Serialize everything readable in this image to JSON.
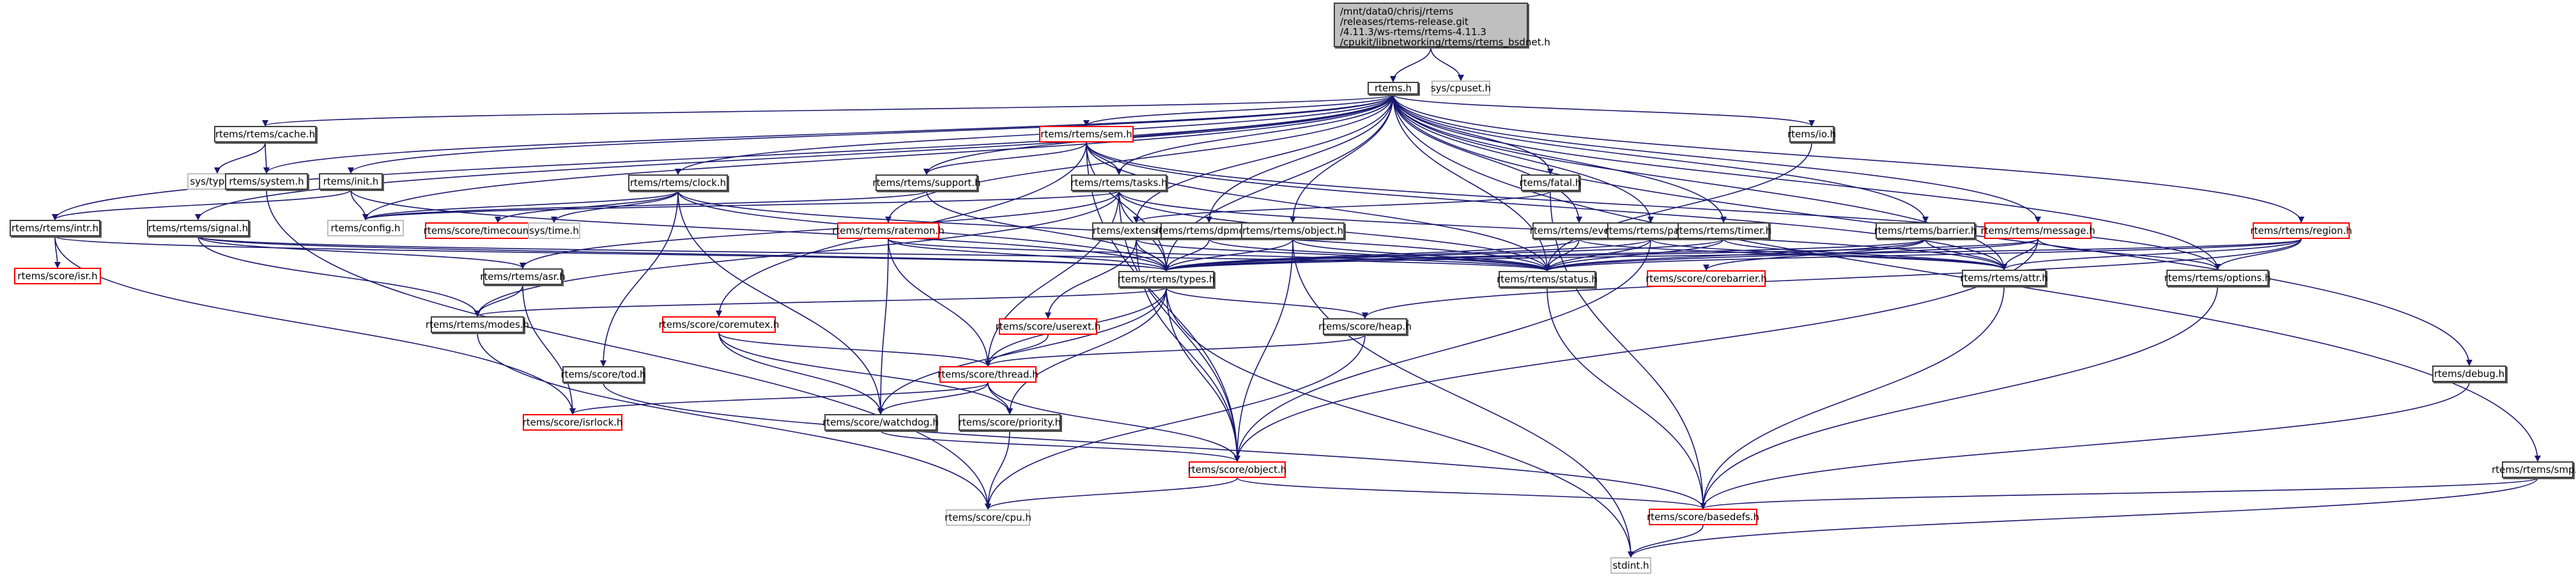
{
  "graph": {
    "title": "Include dependency graph for rtems_bsdnet.h",
    "edge_color": "#191970",
    "node_styles": {
      "root": {
        "fill": "#bfbfbf",
        "border": "#404040"
      },
      "documented": {
        "fill": "#ffffff",
        "border": "#404040"
      },
      "truncated": {
        "fill": "#ffffff",
        "border": "#ff0000"
      },
      "external": {
        "fill": "#ffffff",
        "border": "#bfbfbf"
      }
    },
    "nodes": [
      {
        "id": "root",
        "label": "/mnt/data0/chrisj/rtems\n/releases/rtems-release.git\n/4.11.3/ws-rtems/rtems-4.11.3\n/cpukit/libnetworking/rtems/rtems_bsdnet.h",
        "style": "root"
      },
      {
        "id": "rtems_h",
        "label": "rtems.h",
        "style": "documented"
      },
      {
        "id": "sys_cpuset",
        "label": "sys/cpuset.h",
        "style": "external"
      },
      {
        "id": "cache",
        "label": "rtems/rtems/cache.h",
        "style": "documented"
      },
      {
        "id": "sys_types",
        "label": "sys/types.h",
        "style": "external"
      },
      {
        "id": "system",
        "label": "rtems/system.h",
        "style": "documented"
      },
      {
        "id": "init",
        "label": "rtems/init.h",
        "style": "documented"
      },
      {
        "id": "intr",
        "label": "rtems/rtems/intr.h",
        "style": "documented"
      },
      {
        "id": "signal",
        "label": "rtems/rtems/signal.h",
        "style": "documented"
      },
      {
        "id": "config",
        "label": "rtems/config.h",
        "style": "external"
      },
      {
        "id": "isr",
        "label": "rtems/score/isr.h",
        "style": "truncated"
      },
      {
        "id": "clock",
        "label": "rtems/rtems/clock.h",
        "style": "documented"
      },
      {
        "id": "timecounter",
        "label": "rtems/score/timecounterimpl.h",
        "style": "truncated"
      },
      {
        "id": "sys_time",
        "label": "sys/time.h",
        "style": "external"
      },
      {
        "id": "sem",
        "label": "rtems/rtems/sem.h",
        "style": "truncated"
      },
      {
        "id": "support",
        "label": "rtems/rtems/support.h",
        "style": "documented"
      },
      {
        "id": "tasks",
        "label": "rtems/rtems/tasks.h",
        "style": "documented"
      },
      {
        "id": "ratemon",
        "label": "rtems/rtems/ratemon.h",
        "style": "truncated"
      },
      {
        "id": "asr",
        "label": "rtems/rtems/asr.h",
        "style": "documented"
      },
      {
        "id": "modes",
        "label": "rtems/rtems/modes.h",
        "style": "documented"
      },
      {
        "id": "coremutex",
        "label": "rtems/score/coremutex.h",
        "style": "truncated"
      },
      {
        "id": "extension",
        "label": "rtems/extension.h",
        "style": "documented"
      },
      {
        "id": "dpmem",
        "label": "rtems/rtems/dpmem.h",
        "style": "documented"
      },
      {
        "id": "object_r",
        "label": "rtems/rtems/object.h",
        "style": "documented"
      },
      {
        "id": "io",
        "label": "rtems/io.h",
        "style": "documented"
      },
      {
        "id": "fatal",
        "label": "rtems/fatal.h",
        "style": "documented"
      },
      {
        "id": "event",
        "label": "rtems/rtems/event.h",
        "style": "documented"
      },
      {
        "id": "part",
        "label": "rtems/rtems/part.h",
        "style": "documented"
      },
      {
        "id": "timer",
        "label": "rtems/rtems/timer.h",
        "style": "documented"
      },
      {
        "id": "barrier",
        "label": "rtems/rtems/barrier.h",
        "style": "documented"
      },
      {
        "id": "message",
        "label": "rtems/rtems/message.h",
        "style": "truncated"
      },
      {
        "id": "region",
        "label": "rtems/rtems/region.h",
        "style": "truncated"
      },
      {
        "id": "types",
        "label": "rtems/rtems/types.h",
        "style": "documented"
      },
      {
        "id": "status",
        "label": "rtems/rtems/status.h",
        "style": "documented"
      },
      {
        "id": "corebarrier",
        "label": "rtems/score/corebarrier.h",
        "style": "truncated"
      },
      {
        "id": "attr",
        "label": "rtems/rtems/attr.h",
        "style": "documented"
      },
      {
        "id": "options",
        "label": "rtems/rtems/options.h",
        "style": "documented"
      },
      {
        "id": "userext",
        "label": "rtems/score/userext.h",
        "style": "truncated"
      },
      {
        "id": "heap",
        "label": "rtems/score/heap.h",
        "style": "documented"
      },
      {
        "id": "tod",
        "label": "rtems/score/tod.h",
        "style": "documented"
      },
      {
        "id": "thread",
        "label": "rtems/score/thread.h",
        "style": "truncated"
      },
      {
        "id": "isrlock",
        "label": "rtems/score/isrlock.h",
        "style": "truncated"
      },
      {
        "id": "watchdog",
        "label": "rtems/score/watchdog.h",
        "style": "documented"
      },
      {
        "id": "priority",
        "label": "rtems/score/priority.h",
        "style": "documented"
      },
      {
        "id": "object_s",
        "label": "rtems/score/object.h",
        "style": "truncated"
      },
      {
        "id": "cpu",
        "label": "rtems/score/cpu.h",
        "style": "external"
      },
      {
        "id": "debug",
        "label": "rtems/debug.h",
        "style": "documented"
      },
      {
        "id": "smp",
        "label": "rtems/rtems/smp.h",
        "style": "documented"
      },
      {
        "id": "basedefs",
        "label": "rtems/score/basedefs.h",
        "style": "truncated"
      },
      {
        "id": "stdint",
        "label": "stdint.h",
        "style": "external"
      }
    ],
    "edges": [
      [
        "root",
        "rtems_h"
      ],
      [
        "root",
        "sys_cpuset"
      ],
      [
        "rtems_h",
        "cache"
      ],
      [
        "rtems_h",
        "system"
      ],
      [
        "rtems_h",
        "init"
      ],
      [
        "rtems_h",
        "intr"
      ],
      [
        "rtems_h",
        "signal"
      ],
      [
        "rtems_h",
        "config"
      ],
      [
        "rtems_h",
        "clock"
      ],
      [
        "rtems_h",
        "sem"
      ],
      [
        "rtems_h",
        "support"
      ],
      [
        "rtems_h",
        "tasks"
      ],
      [
        "rtems_h",
        "ratemon"
      ],
      [
        "rtems_h",
        "extension"
      ],
      [
        "rtems_h",
        "dpmem"
      ],
      [
        "rtems_h",
        "object_r"
      ],
      [
        "rtems_h",
        "io"
      ],
      [
        "rtems_h",
        "fatal"
      ],
      [
        "rtems_h",
        "event"
      ],
      [
        "rtems_h",
        "part"
      ],
      [
        "rtems_h",
        "timer"
      ],
      [
        "rtems_h",
        "barrier"
      ],
      [
        "rtems_h",
        "message"
      ],
      [
        "rtems_h",
        "region"
      ],
      [
        "rtems_h",
        "types"
      ],
      [
        "rtems_h",
        "status"
      ],
      [
        "rtems_h",
        "debug"
      ],
      [
        "rtems_h",
        "smp"
      ],
      [
        "rtems_h",
        "attr"
      ],
      [
        "rtems_h",
        "options"
      ],
      [
        "cache",
        "sys_types"
      ],
      [
        "cache",
        "system"
      ],
      [
        "system",
        "cpu"
      ],
      [
        "init",
        "intr"
      ],
      [
        "init",
        "config"
      ],
      [
        "init",
        "types"
      ],
      [
        "intr",
        "isr"
      ],
      [
        "intr",
        "types"
      ],
      [
        "intr",
        "isrlock"
      ],
      [
        "signal",
        "asr"
      ],
      [
        "signal",
        "modes"
      ],
      [
        "signal",
        "types"
      ],
      [
        "signal",
        "status"
      ],
      [
        "clock",
        "config"
      ],
      [
        "clock",
        "timecounter"
      ],
      [
        "clock",
        "sys_time"
      ],
      [
        "clock",
        "tod"
      ],
      [
        "clock",
        "watchdog"
      ],
      [
        "clock",
        "types"
      ],
      [
        "clock",
        "status"
      ],
      [
        "sem",
        "support"
      ],
      [
        "sem",
        "tasks"
      ],
      [
        "sem",
        "coremutex"
      ],
      [
        "sem",
        "types"
      ],
      [
        "sem",
        "status"
      ],
      [
        "sem",
        "attr"
      ],
      [
        "sem",
        "options"
      ],
      [
        "sem",
        "object_s"
      ],
      [
        "support",
        "config"
      ],
      [
        "support",
        "types"
      ],
      [
        "tasks",
        "config"
      ],
      [
        "tasks",
        "asr"
      ],
      [
        "tasks",
        "types"
      ],
      [
        "tasks",
        "status"
      ],
      [
        "tasks",
        "attr"
      ],
      [
        "tasks",
        "modes"
      ],
      [
        "tasks",
        "thread"
      ],
      [
        "tasks",
        "object_s"
      ],
      [
        "ratemon",
        "types"
      ],
      [
        "ratemon",
        "status"
      ],
      [
        "ratemon",
        "thread"
      ],
      [
        "ratemon",
        "watchdog"
      ],
      [
        "asr",
        "modes"
      ],
      [
        "asr",
        "isrlock"
      ],
      [
        "modes",
        "cpu"
      ],
      [
        "coremutex",
        "thread"
      ],
      [
        "coremutex",
        "watchdog"
      ],
      [
        "coremutex",
        "priority"
      ],
      [
        "extension",
        "userext"
      ],
      [
        "extension",
        "types"
      ],
      [
        "extension",
        "status"
      ],
      [
        "extension",
        "object_s"
      ],
      [
        "dpmem",
        "types"
      ],
      [
        "dpmem",
        "status"
      ],
      [
        "object_r",
        "types"
      ],
      [
        "object_r",
        "status"
      ],
      [
        "object_r",
        "object_s"
      ],
      [
        "object_r",
        "stdint"
      ],
      [
        "io",
        "status"
      ],
      [
        "fatal",
        "extension"
      ],
      [
        "fatal",
        "basedefs"
      ],
      [
        "event",
        "types"
      ],
      [
        "event",
        "status"
      ],
      [
        "event",
        "attr"
      ],
      [
        "part",
        "types"
      ],
      [
        "part",
        "status"
      ],
      [
        "part",
        "attr"
      ],
      [
        "part",
        "object_s"
      ],
      [
        "timer",
        "types"
      ],
      [
        "timer",
        "status"
      ],
      [
        "timer",
        "attr"
      ],
      [
        "barrier",
        "types"
      ],
      [
        "barrier",
        "status"
      ],
      [
        "barrier",
        "attr"
      ],
      [
        "barrier",
        "corebarrier"
      ],
      [
        "message",
        "types"
      ],
      [
        "message",
        "status"
      ],
      [
        "message",
        "attr"
      ],
      [
        "message",
        "options"
      ],
      [
        "message",
        "object_s"
      ],
      [
        "region",
        "types"
      ],
      [
        "region",
        "status"
      ],
      [
        "region",
        "attr"
      ],
      [
        "region",
        "options"
      ],
      [
        "region",
        "heap"
      ],
      [
        "types",
        "modes"
      ],
      [
        "types",
        "heap"
      ],
      [
        "types",
        "object_s"
      ],
      [
        "types",
        "priority"
      ],
      [
        "types",
        "watchdog"
      ],
      [
        "types",
        "stdint"
      ],
      [
        "types",
        "thread"
      ],
      [
        "status",
        "basedefs"
      ],
      [
        "attr",
        "basedefs"
      ],
      [
        "options",
        "basedefs"
      ],
      [
        "userext",
        "thread"
      ],
      [
        "heap",
        "thread"
      ],
      [
        "heap",
        "cpu"
      ],
      [
        "tod",
        "basedefs"
      ],
      [
        "thread",
        "isrlock"
      ],
      [
        "thread",
        "watchdog"
      ],
      [
        "thread",
        "priority"
      ],
      [
        "thread",
        "object_s"
      ],
      [
        "watchdog",
        "object_s"
      ],
      [
        "priority",
        "cpu"
      ],
      [
        "object_s",
        "cpu"
      ],
      [
        "object_s",
        "basedefs"
      ],
      [
        "debug",
        "basedefs"
      ],
      [
        "smp",
        "basedefs"
      ],
      [
        "smp",
        "stdint"
      ],
      [
        "basedefs",
        "stdint"
      ]
    ]
  }
}
